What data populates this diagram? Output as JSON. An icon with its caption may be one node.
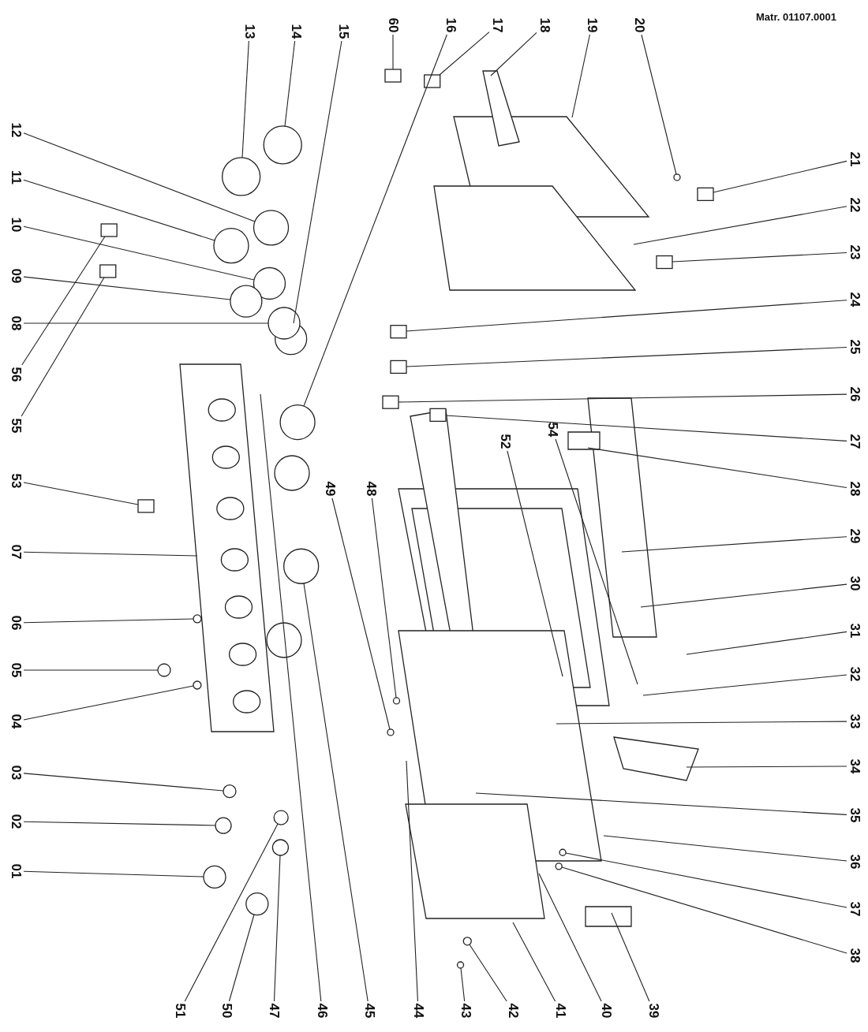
{
  "diagram": {
    "nodes": [
      {
        "text": [
          "13"
        ]
      },
      {
        "text": [
          "14"
        ]
      },
      {
        "text": [
          "15"
        ]
      },
      {
        "text": [
          "60"
        ]
      },
      {
        "text": [
          "16"
        ]
      },
      {
        "text": [
          "17"
        ]
      },
      {
        "text": [
          "18"
        ]
      },
      {
        "text": [
          "19"
        ]
      },
      {
        "text": [
          "20"
        ]
      },
      {
        "text": [
          "12"
        ]
      },
      {
        "text": [
          "11"
        ]
      },
      {
        "text": [
          "10"
        ]
      },
      {
        "text": [
          "09"
        ]
      },
      {
        "text": [
          "08"
        ]
      },
      {
        "text": [
          "56"
        ]
      },
      {
        "text": [
          "55"
        ]
      },
      {
        "text": [
          "53"
        ]
      },
      {
        "text": [
          "07"
        ]
      },
      {
        "text": [
          "06"
        ]
      },
      {
        "text": [
          "05"
        ]
      },
      {
        "text": [
          "04"
        ]
      },
      {
        "text": [
          "03"
        ]
      },
      {
        "text": [
          "02"
        ]
      },
      {
        "text": [
          "01"
        ]
      },
      {
        "text": [
          "49"
        ]
      },
      {
        "text": [
          "48"
        ]
      },
      {
        "text": [
          "52"
        ]
      },
      {
        "text": [
          "54"
        ]
      },
      {
        "text": [
          "21"
        ]
      },
      {
        "text": [
          "22"
        ]
      },
      {
        "text": [
          "23"
        ]
      },
      {
        "text": [
          "24"
        ]
      },
      {
        "text": [
          "25"
        ]
      },
      {
        "text": [
          "26"
        ]
      },
      {
        "text": [
          "27"
        ]
      },
      {
        "text": [
          "28"
        ]
      },
      {
        "text": [
          "29"
        ]
      },
      {
        "text": [
          "30"
        ]
      },
      {
        "text": [
          "31"
        ]
      },
      {
        "text": [
          "32"
        ]
      },
      {
        "text": [
          "33"
        ]
      },
      {
        "text": [
          "34"
        ]
      },
      {
        "text": [
          "35"
        ]
      },
      {
        "text": [
          "36"
        ]
      },
      {
        "text": [
          "37"
        ]
      },
      {
        "text": [
          "38"
        ]
      },
      {
        "text": [
          "51"
        ]
      },
      {
        "text": [
          "50"
        ]
      },
      {
        "text": [
          "47"
        ]
      },
      {
        "text": [
          "46"
        ]
      },
      {
        "text": [
          "45"
        ]
      },
      {
        "text": [
          "44"
        ]
      },
      {
        "text": [
          "43"
        ]
      },
      {
        "text": [
          "42"
        ]
      },
      {
        "text": [
          "41"
        ]
      },
      {
        "text": [
          "40"
        ]
      },
      {
        "text": [
          "39"
        ]
      },
      {
        "text": [],
        "shape": "circle"
      },
      {
        "text": [],
        "shape": "circle"
      },
      {
        "text": [],
        "shape": "circle"
      },
      {
        "text": [],
        "shape": "circle"
      },
      {
        "text": [],
        "shape": "circle"
      },
      {
        "text": [],
        "shape": "circle"
      },
      {
        "text": [],
        "shape": "circle"
      },
      {
        "text": [],
        "shape": "circle"
      },
      {
        "text": [],
        "shape": "circle"
      },
      {
        "text": [],
        "shape": "circle"
      },
      {
        "text": [],
        "shape": "circle"
      },
      {
        "text": [],
        "shape": "circle"
      },
      {
        "text": [],
        "shape": "circle"
      },
      {
        "text": [],
        "shape": "circle"
      },
      {
        "text": [],
        "shape": "circle"
      },
      {
        "text": [],
        "shape": "circle"
      },
      {
        "text": [],
        "shape": "circle"
      },
      {
        "text": [],
        "shape": "circle"
      },
      {
        "text": [],
        "shape": "circle"
      },
      {
        "text": [],
        "shape": "circle"
      },
      {
        "text": [],
        "shape": "circle"
      },
      {
        "text": [],
        "shape": "circle"
      },
      {
        "text": [],
        "shape": "circle"
      },
      {
        "text": [],
        "shape": "circle"
      },
      {
        "text": [],
        "shape": "circle"
      },
      {
        "text": [],
        "shape": "circle"
      },
      {
        "text": [],
        "shape": "box"
      },
      {
        "text": [],
        "shape": "box"
      },
      {
        "text": [],
        "shape": "box"
      },
      {
        "text": [],
        "shape": "box"
      },
      {
        "text": [],
        "shape": "box"
      },
      {
        "text": [],
        "shape": "box"
      },
      {
        "text": [],
        "shape": "box"
      },
      {
        "text": [],
        "shape": "box"
      },
      {
        "text": [],
        "shape": "box"
      },
      {
        "text": [],
        "shape": "box"
      },
      {
        "text": [],
        "shape": "box"
      }
    ],
    "edges": [
      {
        "from": 0,
        "to": 57,
        "arrow": "none"
      },
      {
        "from": 1,
        "to": 58,
        "arrow": "none"
      },
      {
        "from": 2,
        "to": 59,
        "arrow": "none"
      },
      {
        "from": 3,
        "to": 83,
        "arrow": "none"
      },
      {
        "from": 4,
        "to": 60,
        "arrow": "none"
      },
      {
        "from": 5,
        "to": 84,
        "arrow": "none"
      },
      {
        "from": 6,
        "to": null,
        "arrow": "none"
      },
      {
        "from": 7,
        "to": null,
        "arrow": "none"
      },
      {
        "from": 8,
        "to": 61,
        "arrow": "none"
      },
      {
        "from": 9,
        "to": 62,
        "arrow": "none"
      },
      {
        "from": 10,
        "to": 63,
        "arrow": "none"
      },
      {
        "from": 11,
        "to": 64,
        "arrow": "none"
      },
      {
        "from": 12,
        "to": 65,
        "arrow": "none"
      },
      {
        "from": 13,
        "to": 66,
        "arrow": "none"
      },
      {
        "from": 14,
        "to": 85,
        "arrow": "none"
      },
      {
        "from": 15,
        "to": 86,
        "arrow": "none"
      },
      {
        "from": 16,
        "to": 87,
        "arrow": "none"
      },
      {
        "from": 17,
        "to": null,
        "arrow": "none"
      },
      {
        "from": 18,
        "to": 67,
        "arrow": "none"
      },
      {
        "from": 19,
        "to": 68,
        "arrow": "none"
      },
      {
        "from": 20,
        "to": 69,
        "arrow": "none"
      },
      {
        "from": 21,
        "to": 70,
        "arrow": "none"
      },
      {
        "from": 22,
        "to": 71,
        "arrow": "none"
      },
      {
        "from": 23,
        "to": 72,
        "arrow": "none"
      },
      {
        "from": 24,
        "to": 73,
        "arrow": "none"
      },
      {
        "from": 25,
        "to": 74,
        "arrow": "none"
      },
      {
        "from": 26,
        "to": null,
        "arrow": "none"
      },
      {
        "from": 27,
        "to": null,
        "arrow": "none"
      },
      {
        "from": 28,
        "to": 88,
        "arrow": "none"
      },
      {
        "from": 29,
        "to": null,
        "arrow": "none"
      },
      {
        "from": 30,
        "to": 89,
        "arrow": "none"
      },
      {
        "from": 31,
        "to": 90,
        "arrow": "none"
      },
      {
        "from": 32,
        "to": 91,
        "arrow": "none"
      },
      {
        "from": 33,
        "to": 92,
        "arrow": "none"
      },
      {
        "from": 34,
        "to": 93,
        "arrow": "none"
      },
      {
        "from": 35,
        "to": null,
        "arrow": "none"
      },
      {
        "from": 36,
        "to": null,
        "arrow": "none"
      },
      {
        "from": 37,
        "to": null,
        "arrow": "none"
      },
      {
        "from": 38,
        "to": null,
        "arrow": "none"
      },
      {
        "from": 39,
        "to": null,
        "arrow": "none"
      },
      {
        "from": 40,
        "to": null,
        "arrow": "none"
      },
      {
        "from": 41,
        "to": null,
        "arrow": "none"
      },
      {
        "from": 42,
        "to": null,
        "arrow": "none"
      },
      {
        "from": 43,
        "to": null,
        "arrow": "none"
      },
      {
        "from": 44,
        "to": 75,
        "arrow": "none"
      },
      {
        "from": 45,
        "to": 76,
        "arrow": "none"
      },
      {
        "from": 46,
        "to": 77,
        "arrow": "none"
      },
      {
        "from": 47,
        "to": 78,
        "arrow": "none"
      },
      {
        "from": 48,
        "to": 79,
        "arrow": "none"
      },
      {
        "from": 49,
        "to": null,
        "arrow": "none"
      },
      {
        "from": 50,
        "to": 80,
        "arrow": "none"
      },
      {
        "from": 51,
        "to": null,
        "arrow": "none"
      },
      {
        "from": 52,
        "to": 81,
        "arrow": "none"
      },
      {
        "from": 53,
        "to": 82,
        "arrow": "none"
      },
      {
        "from": 54,
        "to": null,
        "arrow": "none"
      },
      {
        "from": 55,
        "to": null,
        "arrow": "none"
      },
      {
        "from": 56,
        "to": null,
        "arrow": "none"
      }
    ],
    "labels": [
      "Matr. 01107.0001"
    ]
  }
}
